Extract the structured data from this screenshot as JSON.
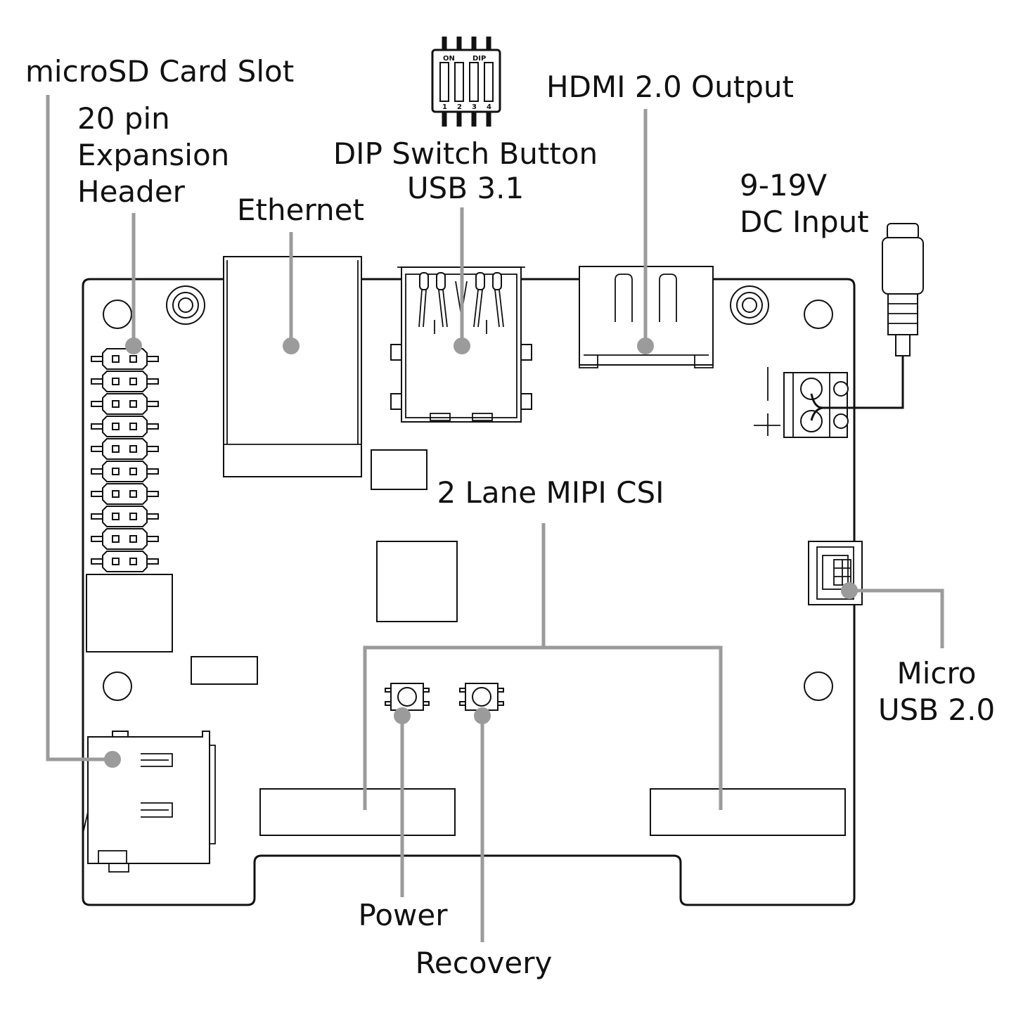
{
  "labels": {
    "microsd": "microSD Card Slot",
    "expansion_l1": "20 pin",
    "expansion_l2": "Expansion",
    "expansion_l3": "Header",
    "ethernet": "Ethernet",
    "dip_l1": "DIP Switch Button",
    "dip_l2": "USB 3.1",
    "hdmi": "HDMI 2.0 Output",
    "dc_l1": "9-19V",
    "dc_l2": "DC Input",
    "mipi": "2 Lane MIPI CSI",
    "micro_usb_l1": "Micro",
    "micro_usb_l2": "USB 2.0",
    "power": "Power",
    "recovery": "Recovery"
  },
  "dip_switch": {
    "on": "ON",
    "dip": "DIP",
    "numbers": [
      "1",
      "2",
      "3",
      "4"
    ]
  },
  "colors": {
    "outline": "#111111",
    "leader": "#9b9b9b",
    "background": "#ffffff"
  }
}
